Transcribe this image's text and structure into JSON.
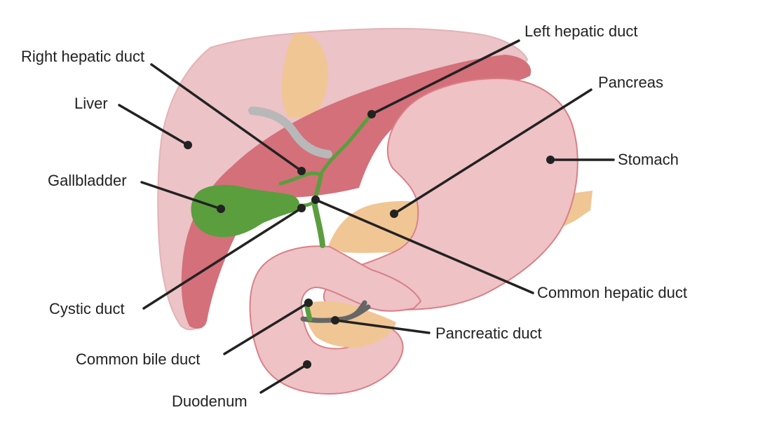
{
  "colors": {
    "liver": "#ecc3c6",
    "liver_outline": "#e3b2b6",
    "liver_underside": "#d4707a",
    "stomach": "#efc2c5",
    "stomach_outline": "#d88087",
    "duodenum": "#efc2c5",
    "pancreas": "#f0c694",
    "bile_ducts": "#5a9e3e",
    "ligament": "#b8b8b8",
    "pancreatic_duct": "#666666",
    "leader": "#222222"
  },
  "labels": {
    "left_hepatic_duct": "Left hepatic duct",
    "right_hepatic_duct": "Right hepatic duct",
    "pancreas": "Pancreas",
    "liver": "Liver",
    "stomach": "Stomach",
    "gallbladder": "Gallbladder",
    "common_hepatic_duct": "Common hepatic duct",
    "cystic_duct": "Cystic duct",
    "pancreatic_duct": "Pancreatic duct",
    "common_bile_duct": "Common bile duct",
    "duodenum": "Duodenum"
  }
}
